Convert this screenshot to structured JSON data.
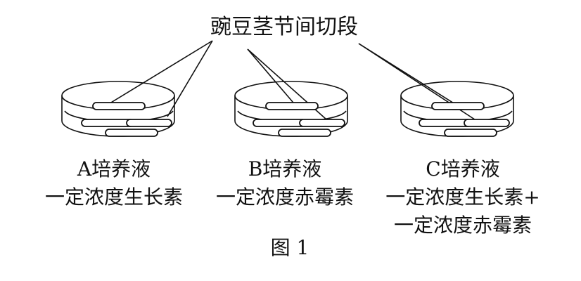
{
  "title": "豌豆茎节间切段",
  "dishes": [
    {
      "id": "A",
      "lines": [
        "A培养液",
        "一定浓度生长素"
      ]
    },
    {
      "id": "B",
      "lines": [
        "B培养液",
        "一定浓度赤霉素"
      ]
    },
    {
      "id": "C",
      "lines": [
        "C培养液",
        "一定浓度生长素+",
        "一定浓度赤霉素"
      ]
    }
  ],
  "caption": "图 1"
}
